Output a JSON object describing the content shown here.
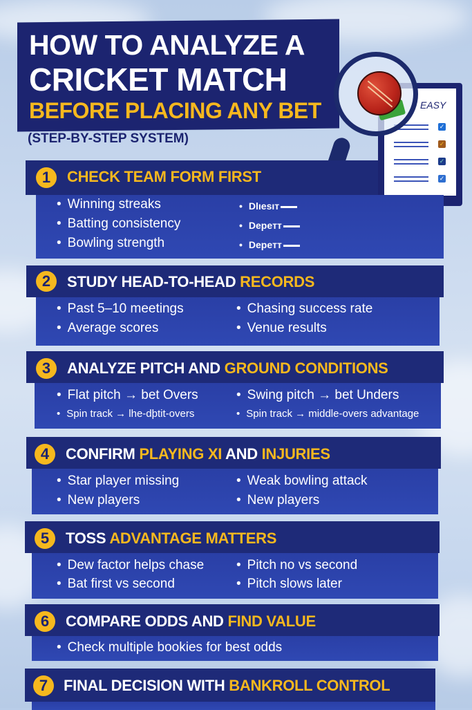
{
  "header": {
    "title_line1": "HOW TO ANALYZE A",
    "title_line2": "CRICKET MATCH",
    "title_line3": "BEFORE PLACING ANY BET",
    "subtitle": "(STEP-BY-STEP SYSTEM)"
  },
  "illustration": {
    "checklist_label": "EASY",
    "icons": [
      "magnifying-glass-icon",
      "cricket-ball-icon",
      "checklist-icon"
    ],
    "checkbox_colors": [
      "#1f6fd6",
      "#a05a1c",
      "#1c3b8a",
      "#2f6fd0"
    ]
  },
  "colors": {
    "navy": "#1c2470",
    "body_blue": "#2f48b3",
    "accent_yellow": "#f6b81e",
    "text_white": "#ffffff"
  },
  "steps": [
    {
      "number": "1",
      "title_white": "",
      "title_yellow": "CHECK TEAM FORM FIRST",
      "bullets_left": [
        "Winning streaks",
        "Batting consistency",
        "Bowling strength"
      ],
      "bullets_right": [
        "Dlıesıт",
        "Depeтт",
        "Depeтт"
      ]
    },
    {
      "number": "2",
      "title_white": "STUDY HEAD-TO-HEAD",
      "title_yellow": "RECORDS",
      "bullets_left": [
        "Past 5–10 meetings",
        "Average scores"
      ],
      "bullets_right": [
        "Chasing success rate",
        "Venue results"
      ]
    },
    {
      "number": "3",
      "title_white": "ANALYZE PITCH AND",
      "title_yellow": "GROUND CONDITIONS",
      "bullets_left": [
        "Flat pitch → bet Overs",
        "Spin track → lhe-dþtit-overs"
      ],
      "bullets_right": [
        "Swing pitch → bet Unders",
        "Spin track → middle-overs advantage"
      ]
    },
    {
      "number": "4",
      "title_parts": [
        "CONFIRM",
        "PLAYING XI",
        "AND",
        "INJURIES"
      ],
      "bullets_left": [
        "Star player missing",
        "New players"
      ],
      "bullets_right": [
        "Weak bowling attack",
        "New players"
      ]
    },
    {
      "number": "5",
      "title_white": "TOSS",
      "title_yellow": "ADVANTAGE MATTERS",
      "bullets_left": [
        "Dew factor helps chase",
        "Bat first vs second"
      ],
      "bullets_right": [
        "Pitch no vs second",
        "Pitch slows later"
      ]
    },
    {
      "number": "6",
      "title_white": "COMPARE ODDS AND",
      "title_yellow": "FIND VALUE",
      "bullets_left": [
        "Check multiple bookies for best odds"
      ]
    },
    {
      "number": "7",
      "title_white": "FINAL DECISION WITH",
      "title_yellow": "BANKROLL CONTROL"
    }
  ]
}
